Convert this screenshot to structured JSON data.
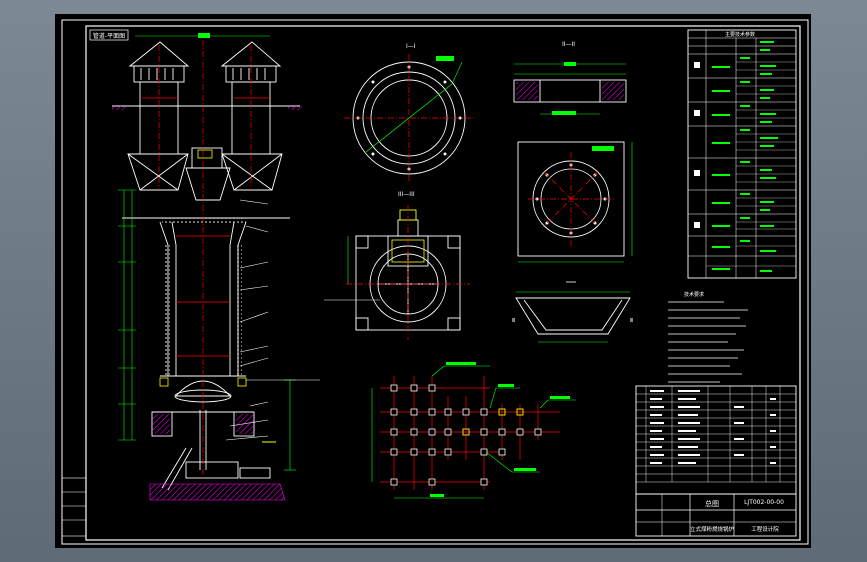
{
  "drawing": {
    "sheet_title": "管道-平面图",
    "drawing_no": "LJT002-00-00",
    "product_name": "立式煤粉燃烧锅炉",
    "company": "工程设计院",
    "subtitle": "总图",
    "sections": {
      "s1": "I—I",
      "s2": "II—II",
      "s3": "III—III"
    },
    "notes_title": "技术要求",
    "table_title": "主要技术参数"
  },
  "colors": {
    "background": "#000000",
    "frame": "#ffffff",
    "main_lines": "#ffffff",
    "dimensions": "#00ff00",
    "center_lines": "#ff0000",
    "annotations": "#00ffff",
    "hatch": "#ff00ff",
    "highlight": "#ffff00"
  }
}
